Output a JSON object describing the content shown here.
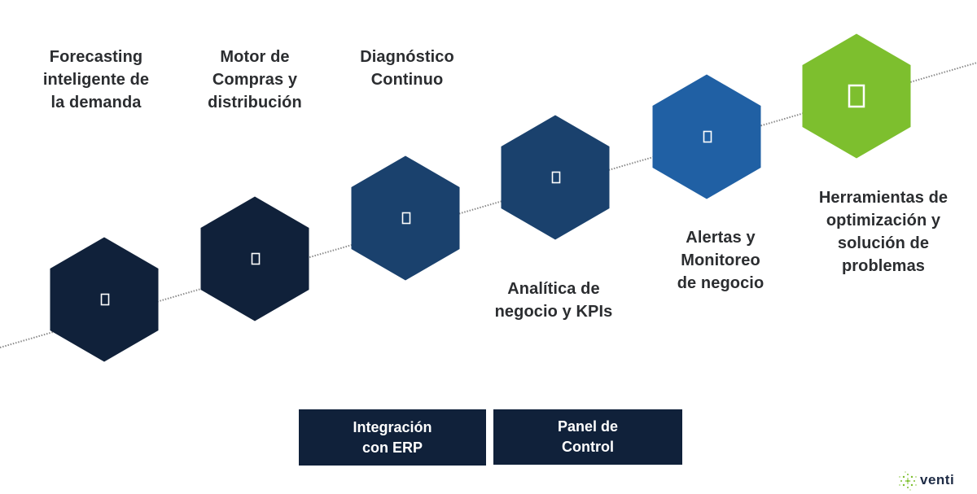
{
  "diagram": {
    "colors": {
      "dark_navy": "#10213a",
      "mid_navy": "#1a416d",
      "blue": "#2060a4",
      "green": "#7dbf2e",
      "text": "#2b2d30",
      "connector": "#8a8a8a"
    },
    "steps": [
      {
        "label": "Forecasting\ninteligente de\nla demanda",
        "color": "#10213a",
        "icon": "placeholder-glyph-icon"
      },
      {
        "label": "Motor de\nCompras y\ndistribución",
        "color": "#10213a",
        "icon": "placeholder-glyph-icon"
      },
      {
        "label": "Diagnóstico\nContinuo",
        "color": "#1a416d",
        "icon": "placeholder-glyph-icon"
      },
      {
        "label": "Analítica de\nnegocio y KPIs",
        "color": "#1a416d",
        "icon": "placeholder-glyph-icon"
      },
      {
        "label": "Alertas y\nMonitoreo\nde negocio",
        "color": "#2060a4",
        "icon": "placeholder-glyph-icon"
      },
      {
        "label": "Herramientas de\noptimización y\nsolución de\nproblemas",
        "color": "#7dbf2e",
        "icon": "placeholder-glyph-icon"
      }
    ],
    "foundations": [
      {
        "label": "Integración\ncon ERP"
      },
      {
        "label": "Panel de\nControl"
      }
    ]
  },
  "brand": {
    "name": "venti",
    "logo_icon": "dotted-sphere-icon"
  }
}
